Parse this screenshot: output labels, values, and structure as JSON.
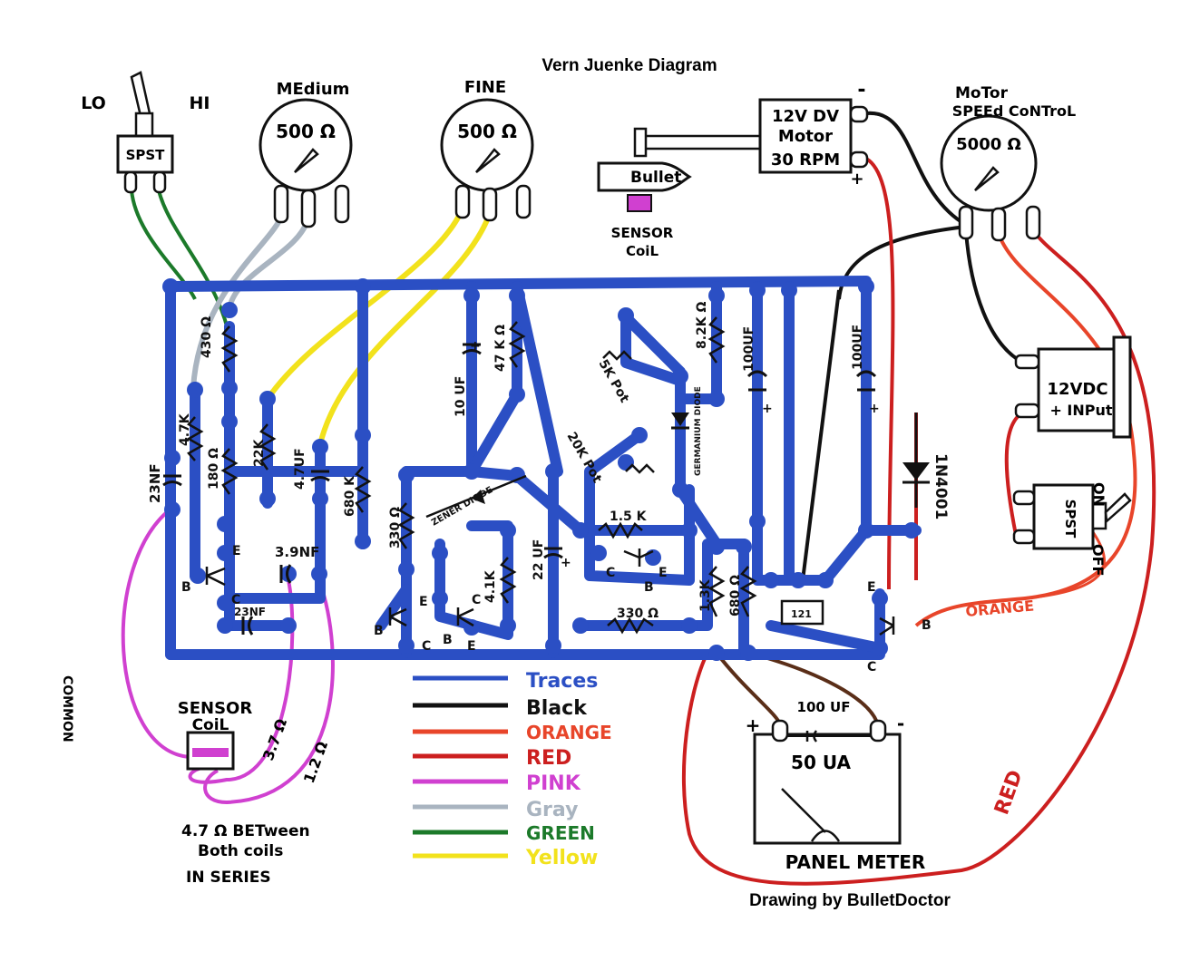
{
  "title": "Vern Juenke Diagram",
  "credit": "Drawing by BulletDoctor",
  "switch_top": {
    "lo": "LO",
    "hi": "HI",
    "label": "SPST"
  },
  "pots": {
    "medium": {
      "name": "MEdium",
      "value": "500 Ω"
    },
    "fine": {
      "name": "FINE",
      "value": "500 Ω"
    },
    "speed": {
      "name_line1": "MoTor",
      "name_line2": "SPEEd CoNTroL",
      "value": "5000 Ω"
    }
  },
  "motor": {
    "line1": "12V DV",
    "line2": "Motor",
    "line3": "30 RPM",
    "minus": "-",
    "plus": "+"
  },
  "bullet": {
    "label": "Bullet",
    "coil_line1": "SENSOR",
    "coil_line2": "CoiL"
  },
  "input": {
    "line1": "12VDC",
    "line2": "+ INPut"
  },
  "switch_right": {
    "label": "SPST",
    "on": "ON",
    "off": "OFF"
  },
  "board_labels": {
    "r430": "430 Ω",
    "r4k7": "4.7K",
    "c23nf_left": "23NF",
    "r180": "180 Ω",
    "r22k": "22K",
    "c4_7uf": "4.7UF",
    "r680k": "680 K",
    "c3_9nf": "3.9NF",
    "c23nf_bottom": "23NF",
    "c10uf": "10 UF",
    "r47k": "47 K Ω",
    "pot5k": "5K Pot",
    "r8_2k": "8.2K Ω",
    "c100uf_a": "100UF",
    "c100uf_b": "100UF",
    "zener": "ZENER DIODE",
    "r330_left": "330 Ω",
    "r4_1k": "4.1K",
    "c22uf": "22 UF",
    "pot20k": "20K Pot",
    "germanium": "GERMANIUM DIODE",
    "r1_5k": "1.5 K",
    "r330_bottom": "330 Ω",
    "r1_3k": "1.3K",
    "r680_ohm": "680 Ω",
    "diode": "1N4001",
    "reg": "121",
    "orange_wire": "ORANGE",
    "red_wire": "RED",
    "e": "E",
    "b": "B",
    "c": "C",
    "plus": "+"
  },
  "sensor_coil": {
    "line1": "SENSOR",
    "line2": "CoiL",
    "r1": "3.7 Ω",
    "r2": "1.2 Ω",
    "common": "COMMON"
  },
  "note": {
    "line1": "4.7 Ω  BETween",
    "line2": "Both coils",
    "line3": "IN SERIES"
  },
  "meter": {
    "value": "50 UA",
    "cap": "100 UF",
    "label": "PANEL METER",
    "plus": "+",
    "minus": "-"
  },
  "legend": [
    {
      "label": "Traces",
      "color": "#2b4fc4"
    },
    {
      "label": "Black",
      "color": "#111111"
    },
    {
      "label": "ORANGE",
      "color": "#e8452a"
    },
    {
      "label": "RED",
      "color": "#cc1f1f"
    },
    {
      "label": "PINK",
      "color": "#d040d0"
    },
    {
      "label": "Gray",
      "color": "#a9b4c0"
    },
    {
      "label": "GREEN",
      "color": "#1c7a2a"
    },
    {
      "label": "Yellow",
      "color": "#f2e21c"
    }
  ]
}
